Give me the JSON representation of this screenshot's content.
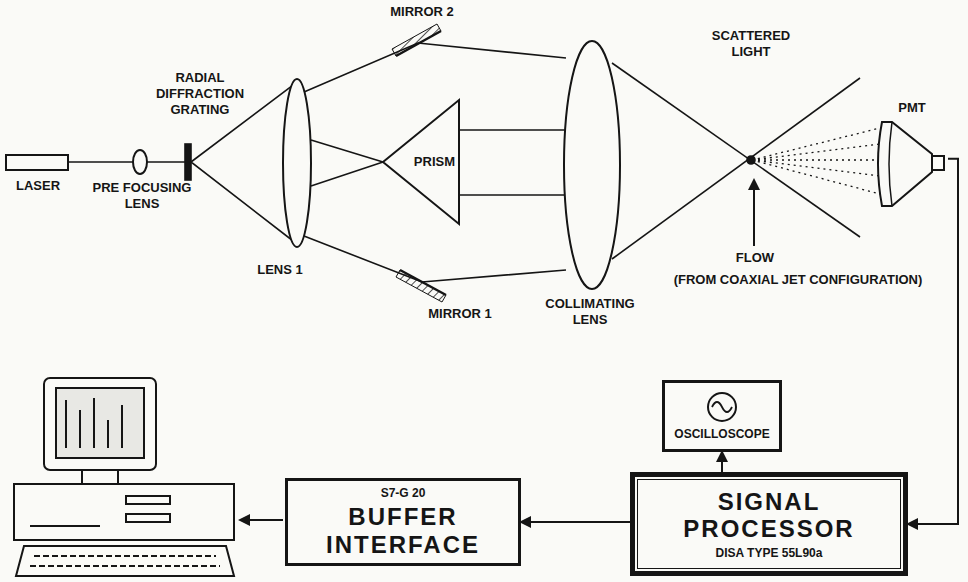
{
  "diagram": {
    "nodes": [
      {
        "text": [
          "PMT"
        ]
      },
      {
        "text": [
          "OSCILLOSCOPE"
        ]
      },
      {
        "text": [
          "SIGNAL PROCESSOR",
          "DISA TYPE 55L90a"
        ]
      },
      {
        "text": [
          "S7-G 20",
          "BUFFER INTERFACE"
        ]
      },
      {
        "text": [
          "PRISM"
        ]
      }
    ],
    "edges": [
      {
        "from": 0,
        "to": 2,
        "arrow": "to"
      },
      {
        "from": 2,
        "to": 1,
        "arrow": "to"
      },
      {
        "from": 2,
        "to": 3,
        "arrow": "to"
      }
    ],
    "labels": [
      "LASER",
      "PRE FOCUSING LENS",
      "RADIAL DIFFRACTION GRATING",
      "LENS 1",
      "MIRROR 2",
      "MIRROR 1",
      "COLLIMATING LENS",
      "SCATTERED LIGHT",
      "FLOW",
      "(FROM COAXIAL JET CONFIGURATION)"
    ]
  }
}
